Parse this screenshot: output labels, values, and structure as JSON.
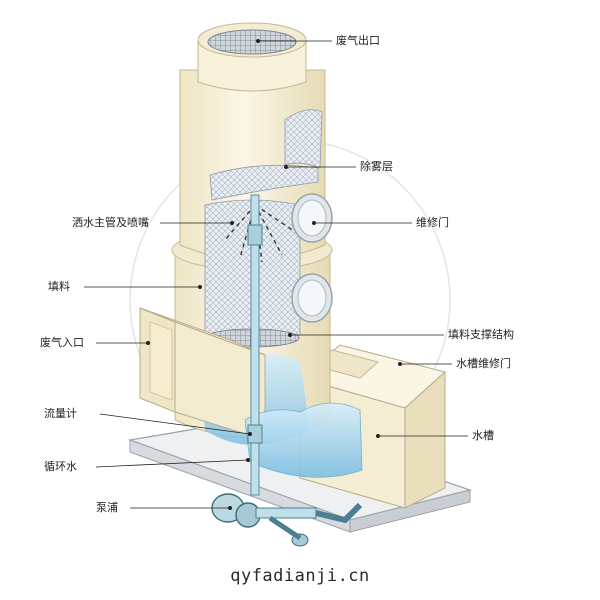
{
  "labels": {
    "exhaust_outlet": "废气出口",
    "demister": "除雾层",
    "spray_pipe": "洒水主管及喷嘴",
    "access_door": "维修门",
    "packing": "填料",
    "packing_support": "填料支撑结构",
    "exhaust_inlet": "废气入口",
    "tank_access_door": "水槽维修门",
    "flow_meter": "流量计",
    "water_tank": "水槽",
    "circulating_water": "循环水",
    "pump": "泵浦"
  },
  "watermark": "qyfadianji.cn",
  "colors": {
    "shell": "#f6efd8",
    "shell_dark": "#e9dfba",
    "water": "#9fd0ea",
    "pipe": "#b9dbe6",
    "line": "#222222"
  }
}
